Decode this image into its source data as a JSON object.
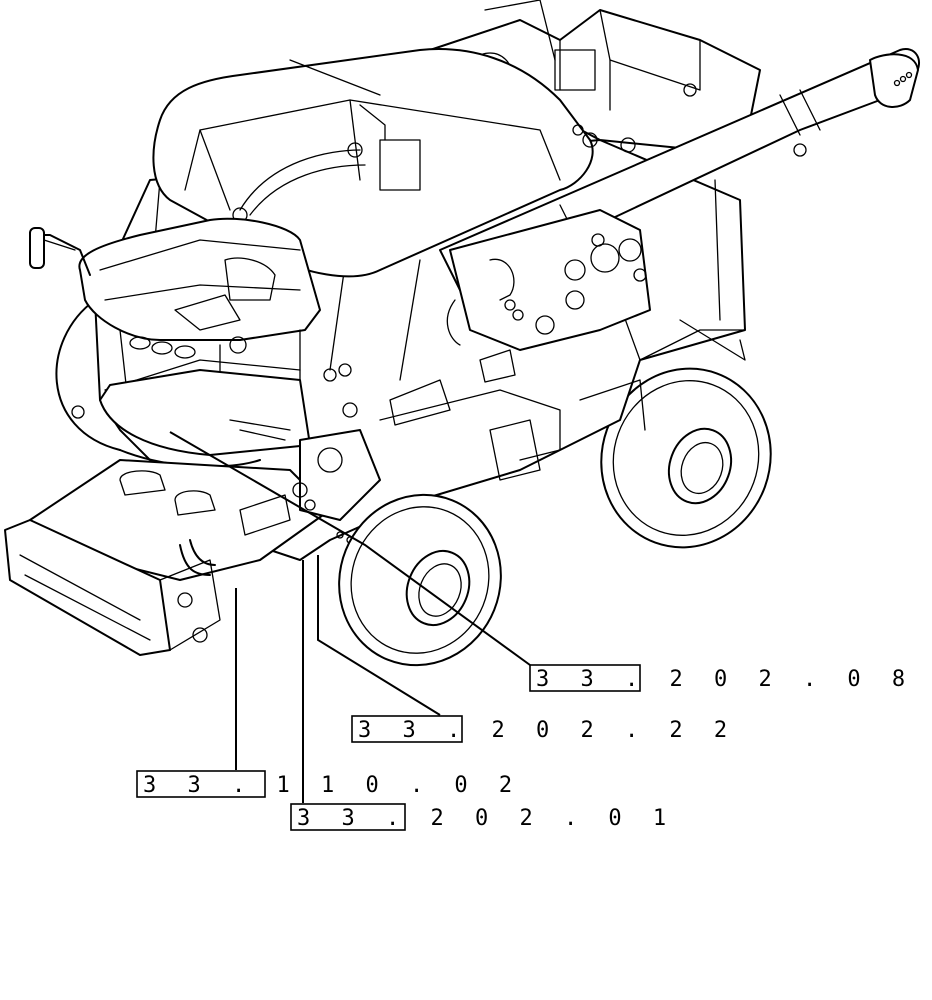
{
  "diagram": {
    "references": [
      {
        "id": "ref-33-202-08",
        "code": "33.202.08",
        "text": "3 3 . 2 0 2 . 0 8"
      },
      {
        "id": "ref-33-202-22",
        "code": "33.202.22",
        "text": "3 3 . 2 0 2 . 2 2"
      },
      {
        "id": "ref-33-110-02",
        "code": "33.110.02",
        "text": "3 3 . 1 1 0 . 0 2"
      },
      {
        "id": "ref-33-202-01",
        "code": "33.202.01",
        "text": "3 3 . 2 0 2 . 0 1"
      }
    ]
  }
}
